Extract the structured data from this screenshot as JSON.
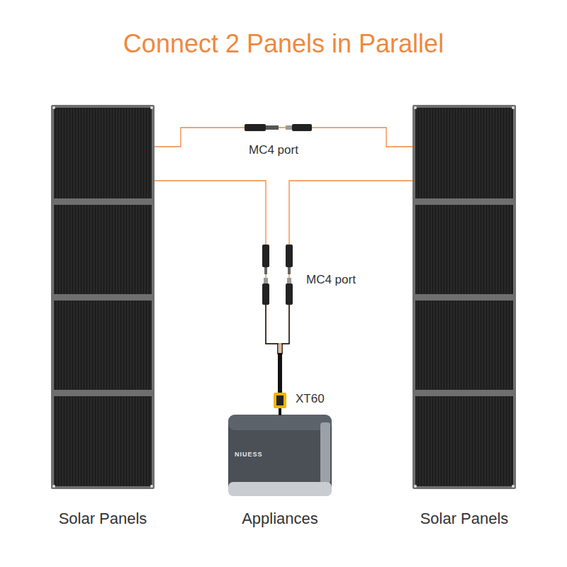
{
  "diagram": {
    "title": "Connect 2 Panels in Parallel",
    "nodes": [
      {
        "text": [
          "Solar Panels"
        ]
      },
      {
        "text": [
          "Solar Panels"
        ]
      },
      {
        "text": [
          "NIUESS",
          "Appliances"
        ]
      }
    ],
    "edges": [
      {
        "from": 0,
        "to": 1,
        "arrow": "none"
      },
      {
        "from": 0,
        "to": 2,
        "arrow": "none"
      },
      {
        "from": 1,
        "to": 2,
        "arrow": "none"
      }
    ],
    "labels": [
      "MC4 port",
      "MC4 port",
      "XT60"
    ]
  }
}
